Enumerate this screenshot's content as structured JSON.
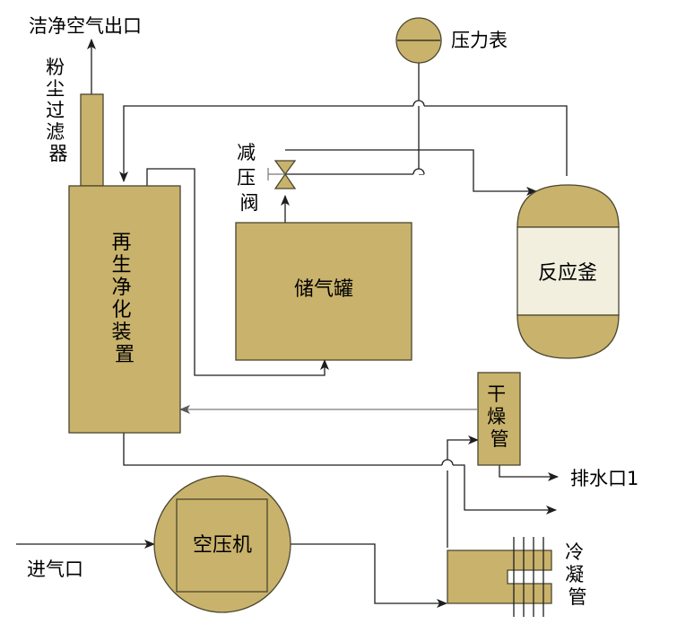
{
  "labels": {
    "clean_air_outlet": "洁净空气出口",
    "dust_filter": [
      "粉",
      "尘",
      "过",
      "滤",
      "器"
    ],
    "pressure_gauge": "压力表",
    "pressure_reducing_valve": [
      "减",
      "压",
      "阀"
    ],
    "regeneration_unit": [
      "再",
      "生",
      "净",
      "化",
      "装",
      "置"
    ],
    "gas_storage_tank": "储气罐",
    "reactor": "反应釜",
    "drying_tube": [
      "干",
      "燥",
      "管"
    ],
    "drain_outlet": "排水口1",
    "air_compressor": "空压机",
    "air_inlet": "进气口",
    "condenser": [
      "冷",
      "凝",
      "管"
    ]
  },
  "colors": {
    "equipment_fill": "#c9b26b",
    "equipment_light": "#f3efdf",
    "outline": "#4a4630",
    "pipe": "#1e1e1e",
    "return_pipe": "#7c7c7c"
  },
  "icons": {
    "valve": "bowtie-valve-icon",
    "gauge": "pressure-gauge-icon",
    "arrow": "flow-arrow-icon"
  }
}
